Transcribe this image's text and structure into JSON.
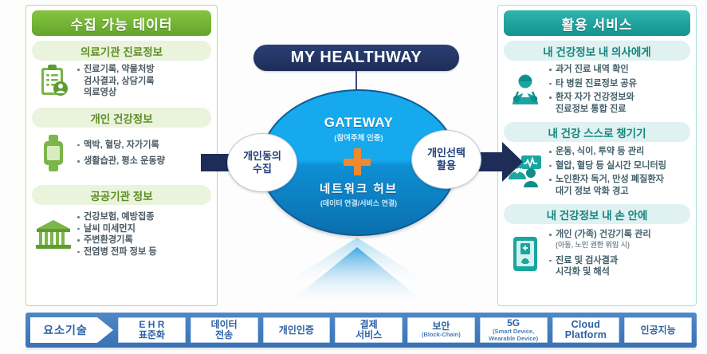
{
  "left_panel": {
    "header": "수집 가능 데이터",
    "sections": [
      {
        "title": "의료기관 진료정보",
        "icon": "clipboard-person-icon",
        "bullets": [
          {
            "text": "진료기록, 약물처방",
            "dot": true
          },
          {
            "text": "검사결과, 상담기록",
            "dot": false
          },
          {
            "text": "의료영상",
            "dot": false
          }
        ]
      },
      {
        "title": "개인 건강정보",
        "icon": "smartwatch-icon",
        "bullets": [
          {
            "text": "맥박, 혈당, 자가기록",
            "dot": true
          },
          {
            "text": "생활습관, 평소 운동량",
            "dot": true
          }
        ]
      },
      {
        "title": "공공기관 정보",
        "icon": "government-building-icon",
        "bullets": [
          {
            "text": "건강보험, 예방접종",
            "dot": true
          },
          {
            "text": "날씨 미세먼지",
            "dot": true
          },
          {
            "text": "주변환경기록",
            "dot": true
          },
          {
            "text": "전염병 전파 정보 등",
            "dot": true
          }
        ]
      }
    ]
  },
  "center": {
    "title": "MY HEALTHWAY",
    "hub_top_title": "GATEWAY",
    "hub_top_sub": "(참여주체 인증)",
    "hub_bottom_title": "네트워크 허브",
    "hub_bottom_sub": "(데이터 연결/서비스 연결)",
    "plus_symbol": "plus-icon",
    "left_oval_line1": "개인동의",
    "left_oval_line2": "수집",
    "right_oval_line1": "개인선택",
    "right_oval_line2": "활용"
  },
  "right_panel": {
    "header": "활용 서비스",
    "sections": [
      {
        "title": "내 건강정보 내 의사에게",
        "icon": "doctor-icon",
        "bullets": [
          {
            "text": "과거 진료 내역 확인",
            "dot": true
          },
          {
            "text": "타 병원 진료정보 공유",
            "dot": true
          },
          {
            "text": "환자 자가 건강정보와",
            "dot": true
          },
          {
            "text": "진료정보 통합 진료",
            "dot": false
          }
        ]
      },
      {
        "title": "내 건강 스스로 챙기기",
        "icon": "health-monitor-icon",
        "bullets": [
          {
            "text": "운동, 식이, 투약 등 관리",
            "dot": true
          },
          {
            "text": "혈압, 혈당 등 실시간 모니터링",
            "dot": true
          },
          {
            "text": "노인환자 독거, 만성 폐질환자",
            "dot": true
          },
          {
            "text": "대기 정보 악화 경고",
            "dot": false
          }
        ]
      },
      {
        "title": "내 건강정보 내 손 안에",
        "icon": "mobile-record-icon",
        "bullets": [
          {
            "text": "개인 (가족) 건강기록 관리",
            "sub": "(아동, 노인 권한 위임 시)",
            "dot": true
          },
          {
            "text": "진료 및 검사결과",
            "dot": true
          },
          {
            "text": "시각화 및 해석",
            "dot": false
          }
        ]
      }
    ]
  },
  "bottom_bar": {
    "label": "요소기술",
    "items": [
      {
        "line1": "E H R",
        "line2": "표준화",
        "sub": ""
      },
      {
        "line1": "데이터",
        "line2": "전송",
        "sub": ""
      },
      {
        "line1": "개인인증",
        "line2": "",
        "sub": ""
      },
      {
        "line1": "결제",
        "line2": "서비스",
        "sub": ""
      },
      {
        "line1": "보안",
        "line2": "",
        "sub": "(Block-Chain)"
      },
      {
        "line1": "5G",
        "line2": "",
        "sub": "(Smart Device, Wearable Device)"
      },
      {
        "line1": "Cloud",
        "line2": "Platform",
        "sub": ""
      },
      {
        "line1": "인공지능",
        "line2": "",
        "sub": ""
      }
    ]
  },
  "colors": {
    "green_header": "#6cb033",
    "teal_header": "#1aa6a0",
    "navy": "#22407a",
    "hub_blue": "#16a9ee",
    "orange_plus": "#f08a2e",
    "bottom_blue": "#3a72b4"
  }
}
